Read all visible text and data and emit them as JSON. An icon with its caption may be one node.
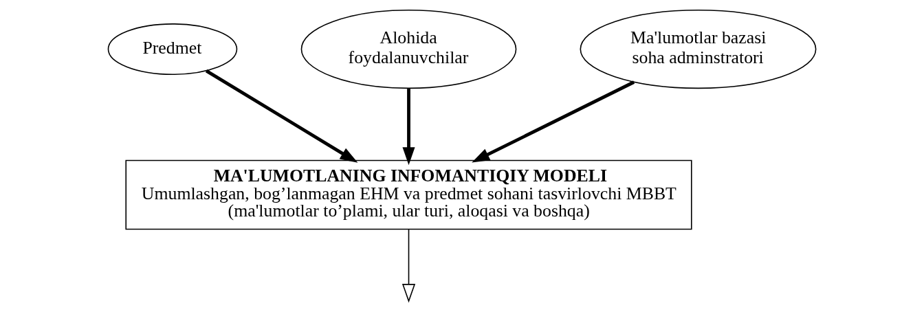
{
  "diagram": {
    "nodes": [
      {
        "text": [
          "Predmet"
        ]
      },
      {
        "text": [
          "Alohida foydalanuvchilar"
        ]
      },
      {
        "text": [
          "Ma'lumotlar bazasi soha adminstratori"
        ]
      },
      {
        "text": [
          "MA'LUMOTLANING INFOMANTIQIY MODELI",
          "Umumlashgan, bog’lanmagan EHM va predmet sohani tasvirlovchi MBBT (ma'lumotlar to’plami, ular turi, aloqasi va boshqa)"
        ]
      }
    ],
    "edges": [
      {
        "from": 0,
        "to": 3,
        "arrow": "to"
      },
      {
        "from": 1,
        "to": 3,
        "arrow": "to"
      },
      {
        "from": 2,
        "to": 3,
        "arrow": "to"
      },
      {
        "from": 3,
        "to": null,
        "arrow": "to"
      }
    ]
  }
}
